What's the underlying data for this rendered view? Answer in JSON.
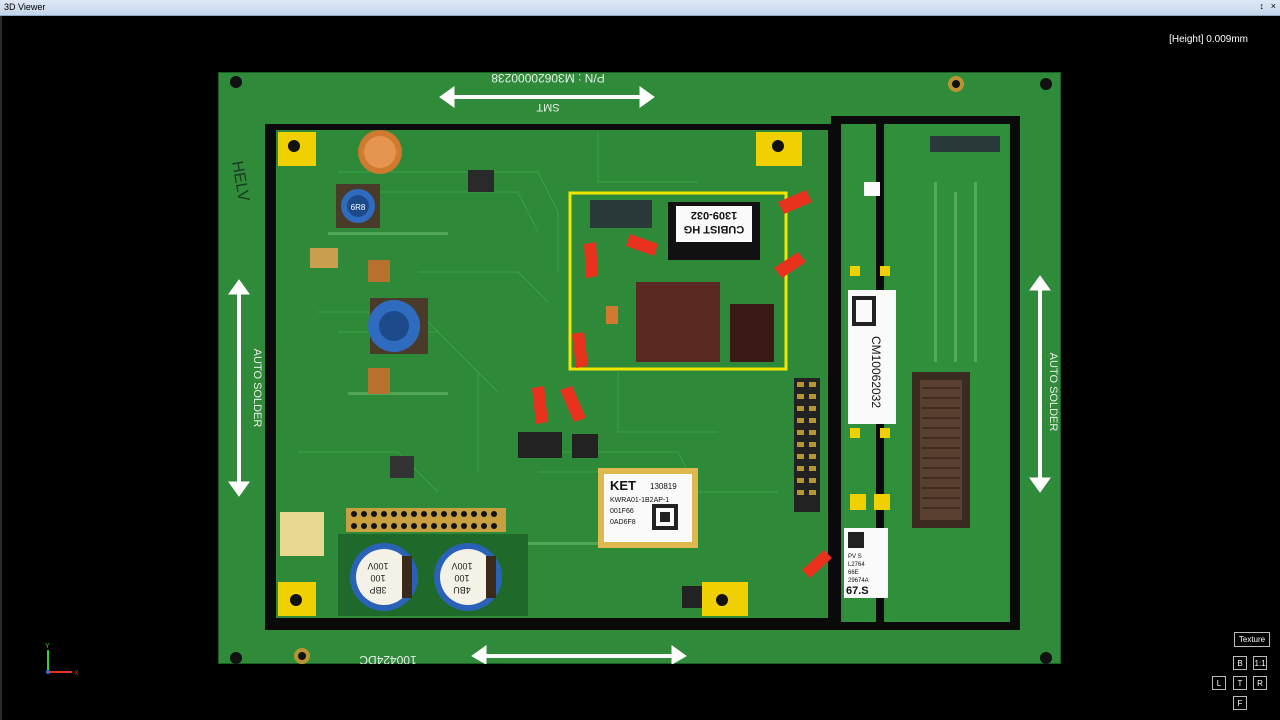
{
  "window": {
    "title": "3D Viewer",
    "pin_glyph": "↕",
    "close_glyph": "×"
  },
  "viewer": {
    "height_readout": "[Height] 0.009mm"
  },
  "board": {
    "part_number": "P/N : M30620000238",
    "smt_label": "SMT",
    "auto_solder_left": "AUTO SOLDER",
    "auto_solder_right": "AUTO SOLDER",
    "bottom_code": "100424DC",
    "serial_label": "CM10062032",
    "chip_label_line1": "CUBIST HG",
    "chip_label_line2": "1309-032",
    "module_brand": "KET",
    "module_code": "130819",
    "module_line2": "KWRA01-1B2AP-1",
    "module_line3": "001F66",
    "module_line4": "0AD6F8",
    "small_label_line1": "PV  S",
    "small_label_line2": "L2764",
    "small_label_line3": "66E",
    "small_label_line4": "29674A",
    "small_label_line5": "67.S",
    "cap_left_line1": "3BP",
    "cap_left_line2": "100",
    "cap_left_line3": "100V",
    "cap_right_line1": "4BU",
    "cap_right_line2": "100",
    "cap_right_line3": "100V",
    "inductor_small": "6R8",
    "handwriting": "HELV"
  },
  "controls": {
    "texture": "Texture",
    "b": "B",
    "one_to_one": "1:1",
    "l": "L",
    "t": "T",
    "r": "R",
    "f": "F"
  },
  "axis": {
    "y": "Y",
    "x": "X"
  },
  "colors": {
    "pcb_green": "#2f8a3a",
    "pcb_dark": "#1f6a2a",
    "highlight_box": "#f2e600",
    "marker_red": "#e8321e",
    "pad_yellow": "#f0d000"
  }
}
